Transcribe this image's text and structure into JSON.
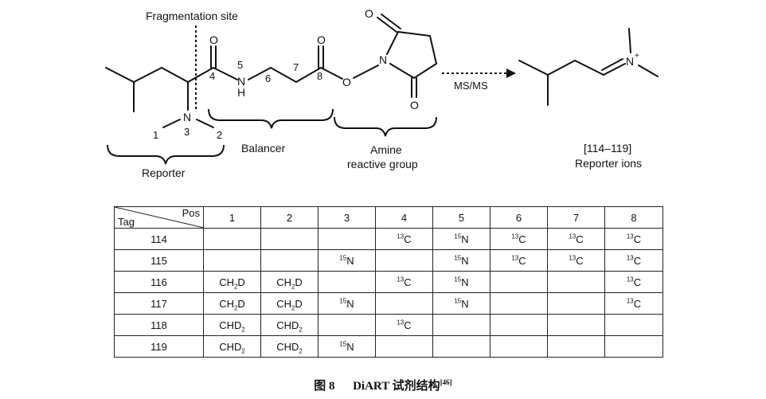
{
  "scheme": {
    "fragmentation_label": "Fragmentation site",
    "atom_O": "O",
    "atom_N": "N",
    "atom_H": "H",
    "nitrogen_plus": "N",
    "plus": "+",
    "arrow_label": "MS/MS",
    "numbers": {
      "n1": "1",
      "n2": "2",
      "n3": "3",
      "n4": "4",
      "n5": "5",
      "n6": "6",
      "n7": "7",
      "n8": "8"
    },
    "reporter_label": "Reporter",
    "balancer_label": "Balancer",
    "amine_line1": "Amine",
    "amine_line2": "reactive group",
    "ions_line1": "[114–119]",
    "ions_line2": "Reporter ions"
  },
  "table": {
    "pos_label": "Pos",
    "tag_label": "Tag",
    "columns": [
      "1",
      "2",
      "3",
      "4",
      "5",
      "6",
      "7",
      "8"
    ],
    "rows": [
      {
        "tag": "114",
        "cells": [
          "",
          "",
          "",
          "13C",
          "15N",
          "13C",
          "13C",
          "13C"
        ]
      },
      {
        "tag": "115",
        "cells": [
          "",
          "",
          "15N",
          "",
          "15N",
          "13C",
          "13C",
          "13C"
        ]
      },
      {
        "tag": "116",
        "cells": [
          "CH2D",
          "CH2D",
          "",
          "13C",
          "15N",
          "",
          "",
          "13C"
        ]
      },
      {
        "tag": "117",
        "cells": [
          "CH2D",
          "CH2D",
          "15N",
          "",
          "15N",
          "",
          "",
          "13C"
        ]
      },
      {
        "tag": "118",
        "cells": [
          "CHD2",
          "CHD2",
          "",
          "13C",
          "",
          "",
          "",
          ""
        ]
      },
      {
        "tag": "119",
        "cells": [
          "CHD2",
          "CHD2",
          "15N",
          "",
          "",
          "",
          "",
          ""
        ]
      }
    ]
  },
  "caption": {
    "figure": "图 8",
    "title": "DiART 试剂结构",
    "ref": "[46]"
  }
}
